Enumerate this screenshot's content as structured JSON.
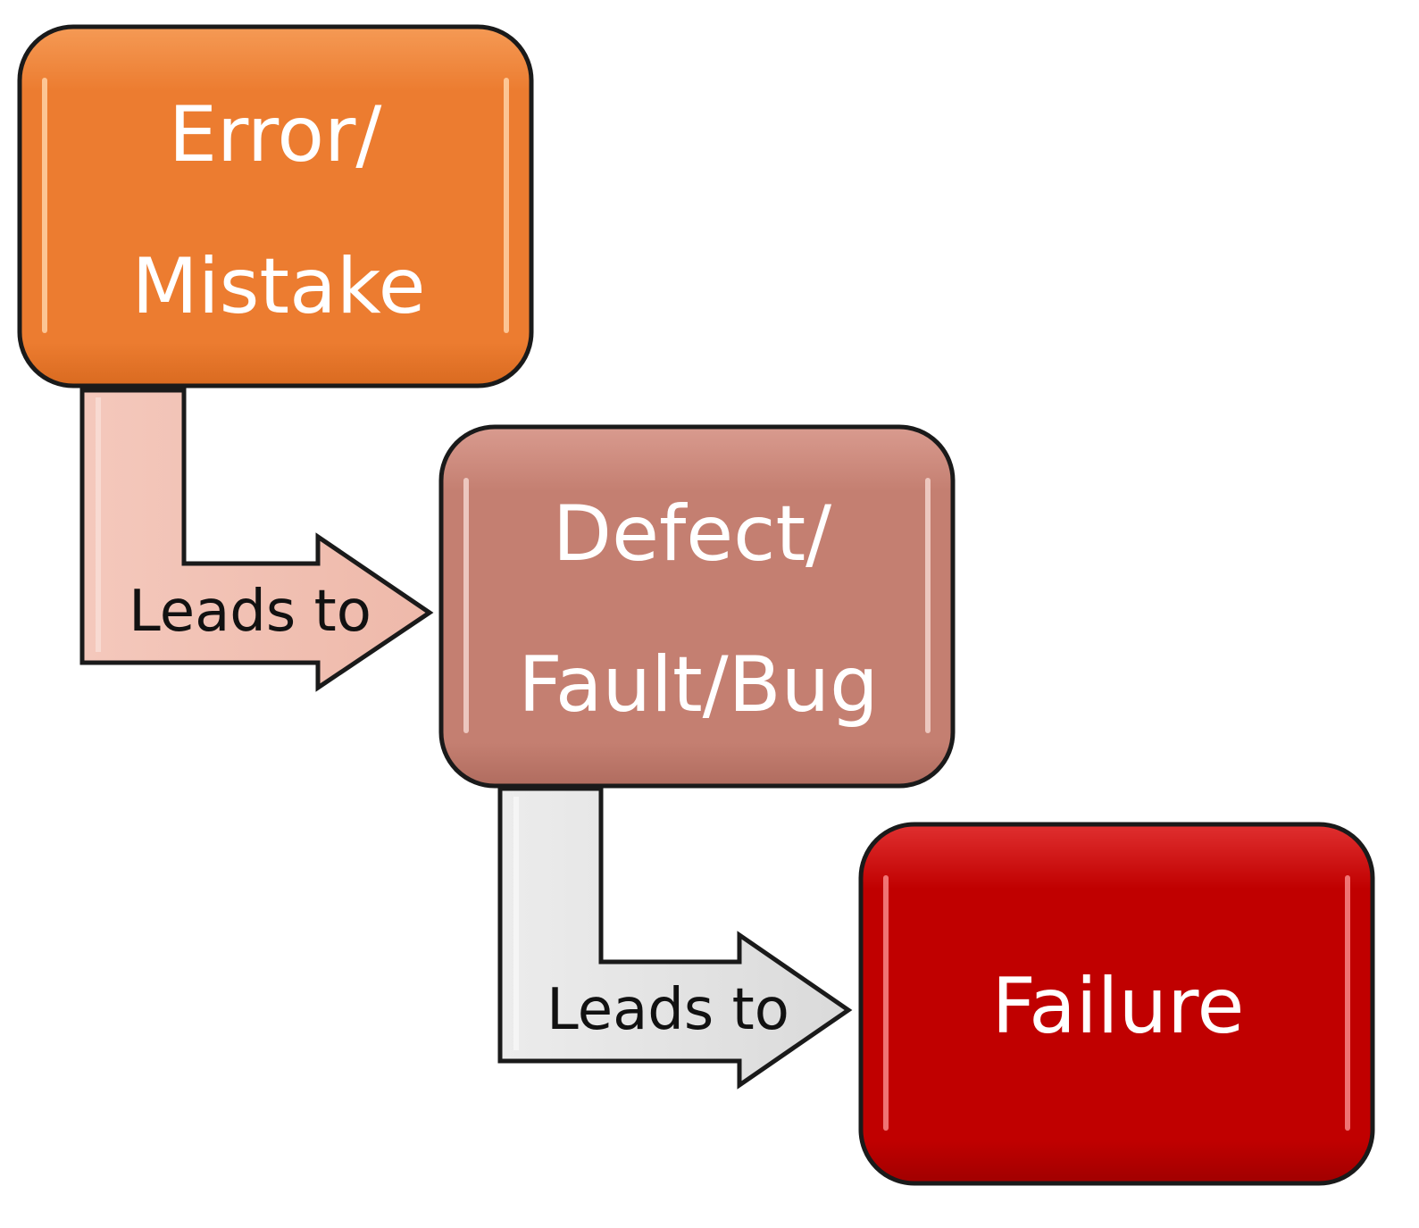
{
  "nodes": [
    {
      "id": "error",
      "lines": [
        "Error/",
        "Mistake"
      ],
      "color": "#ec7c30"
    },
    {
      "id": "defect",
      "lines": [
        "Defect/",
        "Fault/Bug"
      ],
      "color": "#c47f71"
    },
    {
      "id": "failure",
      "lines": [
        "Failure"
      ],
      "color": "#c00000"
    }
  ],
  "connectors": [
    {
      "label": "Leads to",
      "color": "#f4c8bc"
    },
    {
      "label": "Leads to",
      "color": "#e6e6e6"
    }
  ]
}
